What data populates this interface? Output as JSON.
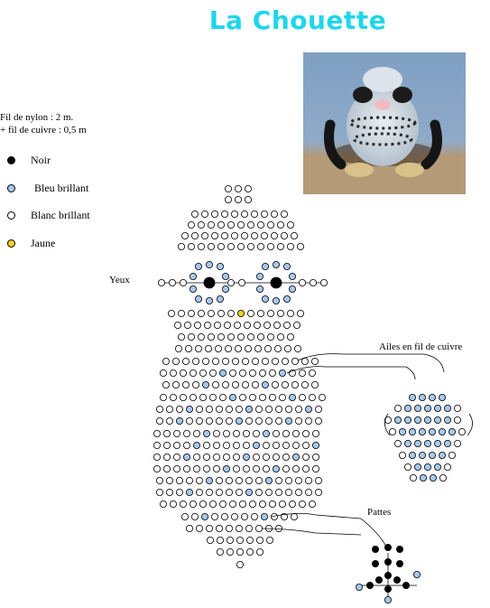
{
  "title": "La Chouette",
  "colors": {
    "title": "#1fd6ea",
    "noir": "#000000",
    "bleu": "#a6c8ee",
    "blanc": "#ffffff",
    "jaune": "#f2d21c",
    "stroke": "#000000"
  },
  "materials": [
    "Fil de nylon : 2 m.",
    "+ fil de cuivre : 0,5 m"
  ],
  "legend": [
    {
      "label": "Noir",
      "color": "#000000"
    },
    {
      "label": "Bleu brillant",
      "color": "#a6c8ee"
    },
    {
      "label": "Blanc brillant",
      "color": "#ffffff"
    },
    {
      "label": "Jaune",
      "color": "#f2d21c"
    }
  ],
  "labels": {
    "eyes": "Yeux",
    "wings": "Ailes en fil de cuivre",
    "feet": "Pattes"
  }
}
